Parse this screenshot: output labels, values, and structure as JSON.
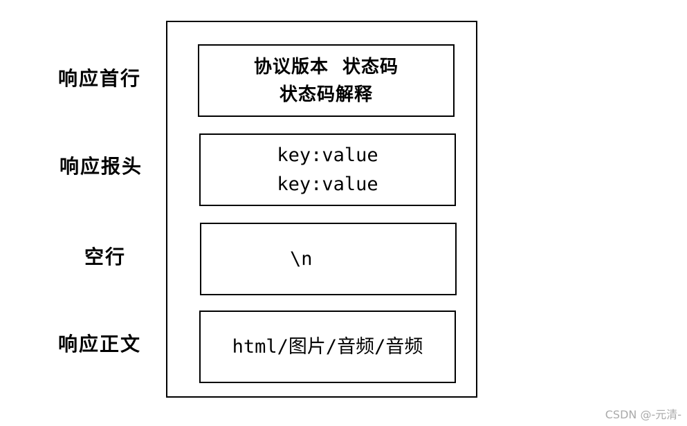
{
  "labels": {
    "status_line": "响应首行",
    "headers": "响应报头",
    "blank_line": "空行",
    "body": "响应正文"
  },
  "boxes": {
    "status_line": {
      "line1": "协议版本  状态码",
      "line2": "状态码解释"
    },
    "headers": {
      "line1": "key:value",
      "line2": "key:value"
    },
    "blank_line": {
      "line1": "\\n"
    },
    "body": {
      "line1": "html/图片/音频/音频"
    }
  },
  "watermark": "CSDN @-元清-"
}
